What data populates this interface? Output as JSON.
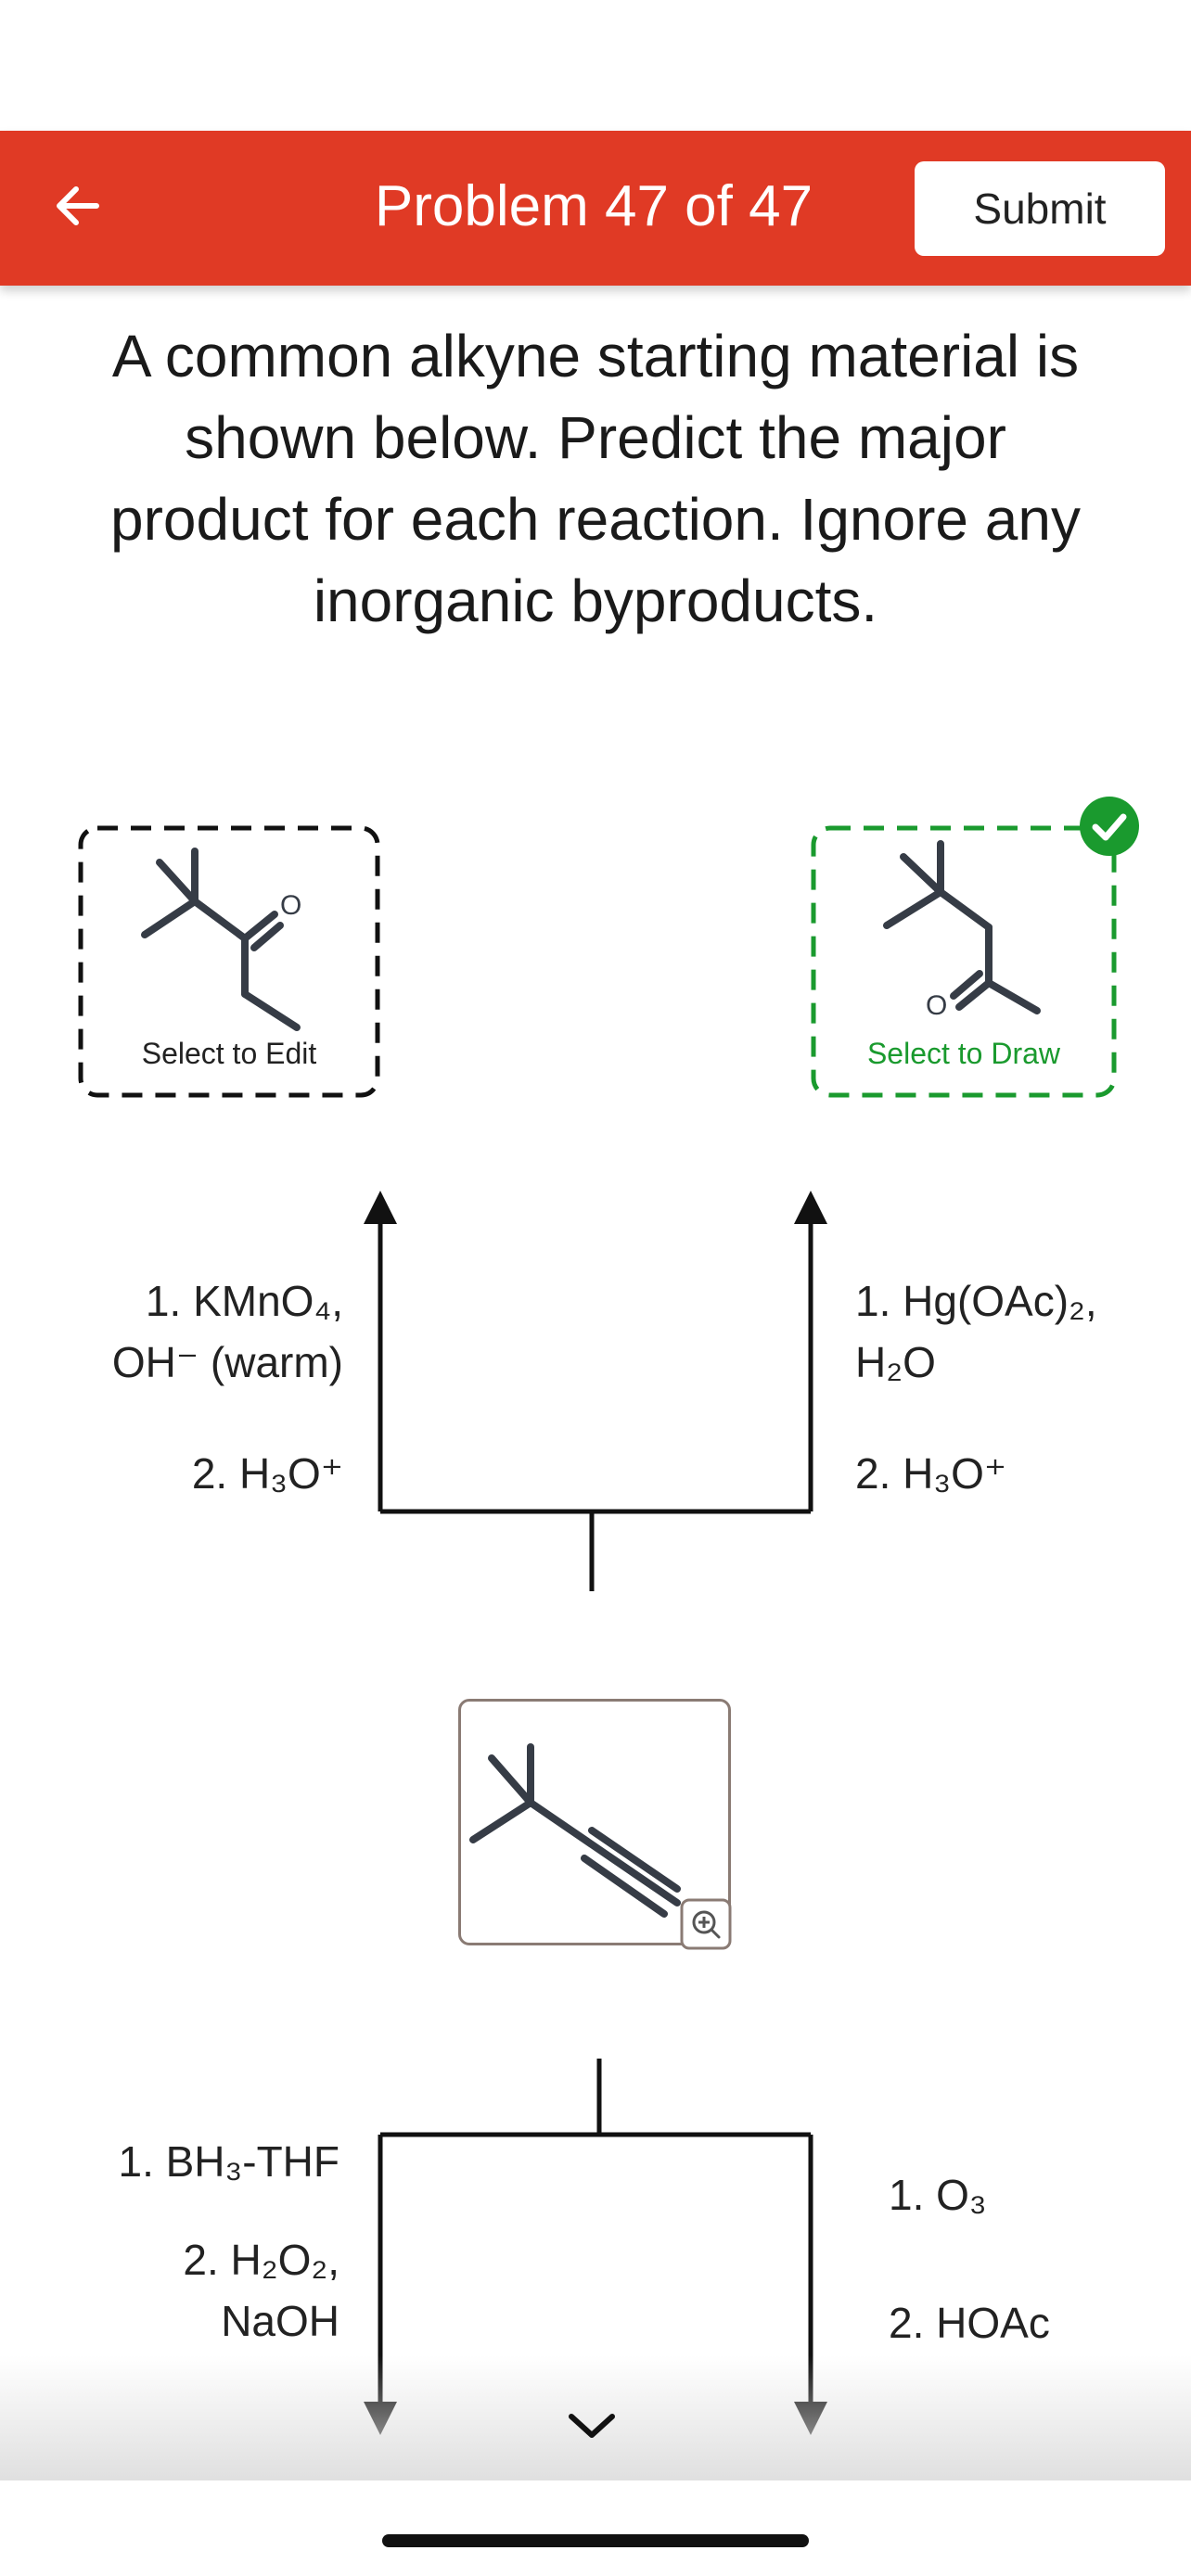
{
  "header": {
    "title": "Problem 47 of 47",
    "submit_label": "Submit",
    "background_color": "#e03a25"
  },
  "question": {
    "text": "A common alkyne starting material is shown below. Predict the major product for each reaction. Ignore any inorganic byproducts."
  },
  "answer_boxes": {
    "left": {
      "label": "Select to Edit",
      "atom_label": "O"
    },
    "right": {
      "label": "Select to Draw",
      "atom_label": "O",
      "status": "correct"
    }
  },
  "reagents": {
    "top_left": [
      "1. KMnO₄,",
      "OH⁻ (warm)",
      "2. H₃O⁺"
    ],
    "top_right": [
      "1. Hg(OAc)₂,",
      "H₂O",
      "2. H₃O⁺"
    ],
    "bottom_left": [
      "1. BH₃-THF",
      "2. H₂O₂,",
      "NaOH"
    ],
    "bottom_right": [
      "1. O₃",
      "2. HOAc"
    ]
  },
  "colors": {
    "correct_green": "#1a9a2e",
    "dashed_black": "#111111",
    "bond_color": "#363c46"
  }
}
